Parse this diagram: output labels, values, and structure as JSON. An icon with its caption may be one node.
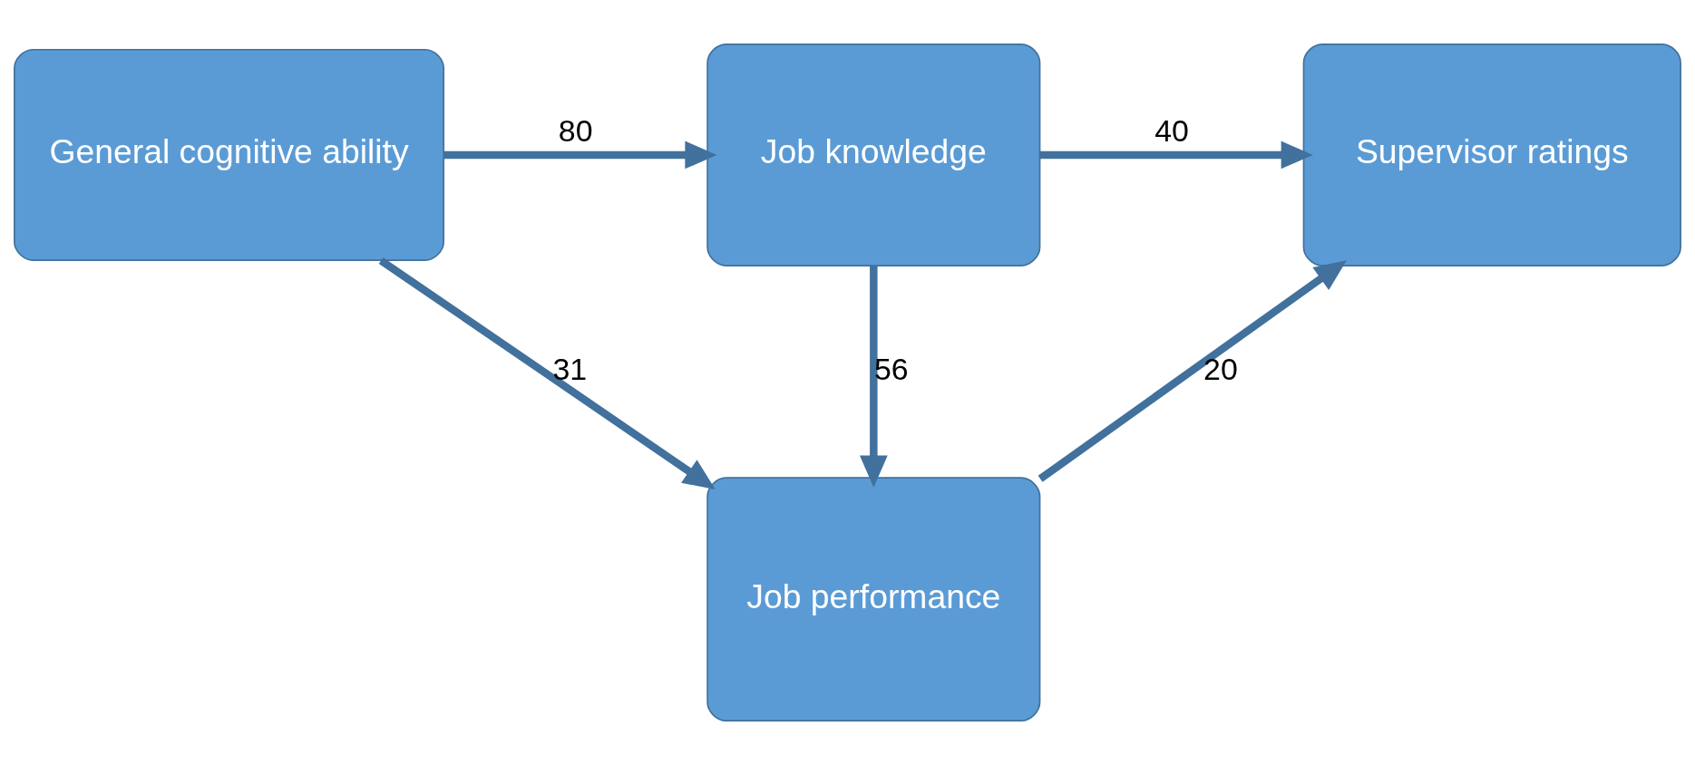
{
  "diagram": {
    "nodes": [
      {
        "text": [
          "General cognitive ability"
        ]
      },
      {
        "text": [
          "Job knowledge"
        ]
      },
      {
        "text": [
          "Supervisor ratings"
        ]
      },
      {
        "text": [
          "Job performance"
        ]
      }
    ],
    "edges": [
      {
        "from": 0,
        "to": 1,
        "arrow": "to",
        "label": "80"
      },
      {
        "from": 1,
        "to": 2,
        "arrow": "to",
        "label": "40"
      },
      {
        "from": 0,
        "to": 3,
        "arrow": "to",
        "label": "31"
      },
      {
        "from": 1,
        "to": 3,
        "arrow": "to",
        "label": "56"
      },
      {
        "from": 3,
        "to": 2,
        "arrow": "to",
        "label": "20"
      }
    ]
  }
}
